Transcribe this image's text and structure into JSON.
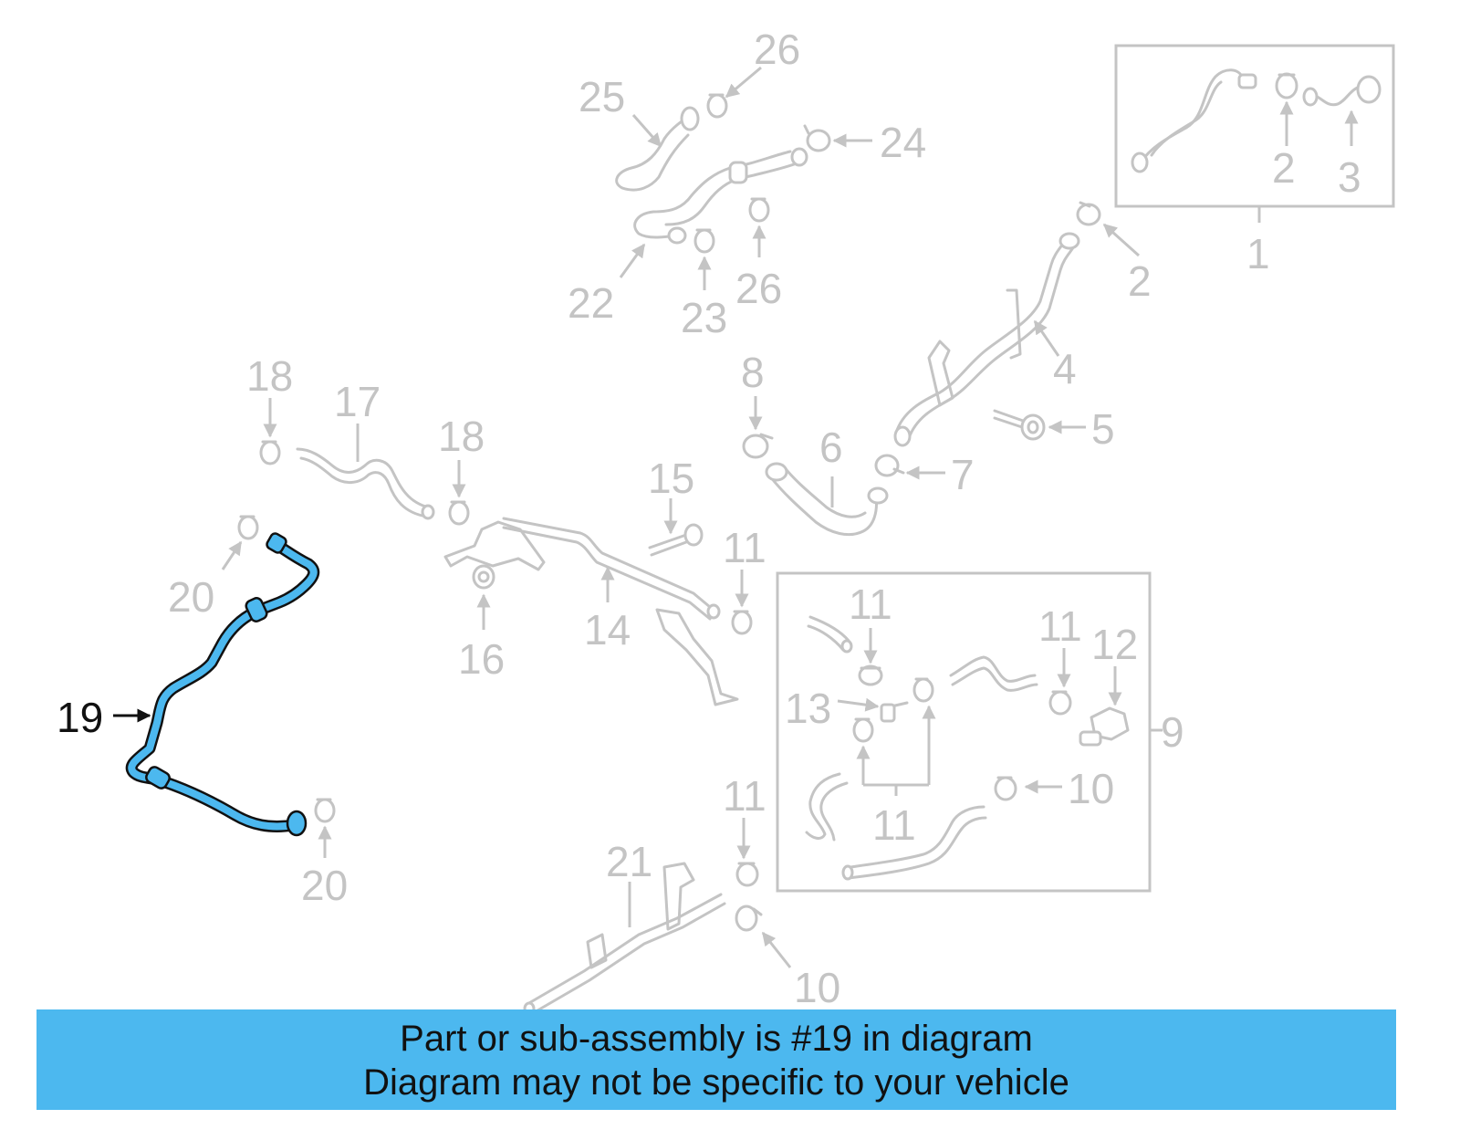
{
  "diagram": {
    "highlighted_part": "19",
    "labels": {
      "l1": "1",
      "l2a": "2",
      "l2b": "2",
      "l3": "3",
      "l4": "4",
      "l5": "5",
      "l6": "6",
      "l7": "7",
      "l8": "8",
      "l9": "9",
      "l10a": "10",
      "l10b": "10",
      "l11a": "11",
      "l11b": "11",
      "l11c": "11",
      "l11d": "11",
      "l11e": "11",
      "l12": "12",
      "l13": "13",
      "l14": "14",
      "l15": "15",
      "l16": "16",
      "l17": "17",
      "l18a": "18",
      "l18b": "18",
      "l19": "19",
      "l20a": "20",
      "l20b": "20",
      "l21": "21",
      "l22": "22",
      "l23": "23",
      "l24": "24",
      "l25": "25",
      "l26a": "26",
      "l26b": "26"
    }
  },
  "banner": {
    "line1": "Part or sub-assembly is #19 in diagram",
    "line2": "Diagram may not be specific to your vehicle"
  },
  "colors": {
    "highlight": "#4cb8ef",
    "parts": "#c4c4c4",
    "label_highlight": "#111111"
  }
}
